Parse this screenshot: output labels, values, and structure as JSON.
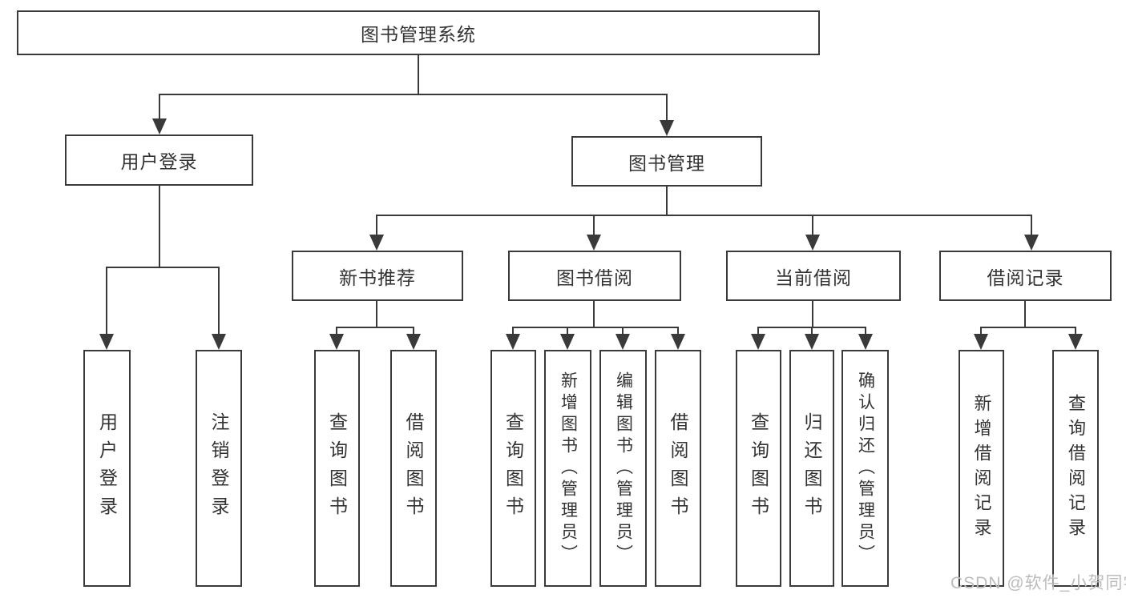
{
  "diagram": {
    "root": {
      "label": "图书管理系统"
    },
    "level1": [
      {
        "label": "用户登录"
      },
      {
        "label": "图书管理"
      }
    ],
    "level2": [
      {
        "label": "新书推荐"
      },
      {
        "label": "图书借阅"
      },
      {
        "label": "当前借阅"
      },
      {
        "label": "借阅记录"
      }
    ],
    "leaves": {
      "user_login": [
        {
          "label": "用户登录"
        },
        {
          "label": "注销登录"
        }
      ],
      "new_book_recommend": [
        {
          "label": "查询图书"
        },
        {
          "label": "借阅图书"
        }
      ],
      "book_borrow": [
        {
          "label": "查询图书"
        },
        {
          "label": "新增图书（管理员）"
        },
        {
          "label": "编辑图书（管理员）"
        },
        {
          "label": "借阅图书"
        }
      ],
      "current_borrow": [
        {
          "label": "查询图书"
        },
        {
          "label": "归还图书"
        },
        {
          "label": "确认归还（管理员）"
        }
      ],
      "borrow_records": [
        {
          "label": "新增借阅记录"
        },
        {
          "label": "查询借阅记录"
        }
      ]
    },
    "watermark": "CSDN @软件_小贺同学",
    "colors": {
      "line": "#3a3a3a",
      "text": "#333333",
      "watermark": "#bcbcbc",
      "background": "#ffffff"
    }
  }
}
